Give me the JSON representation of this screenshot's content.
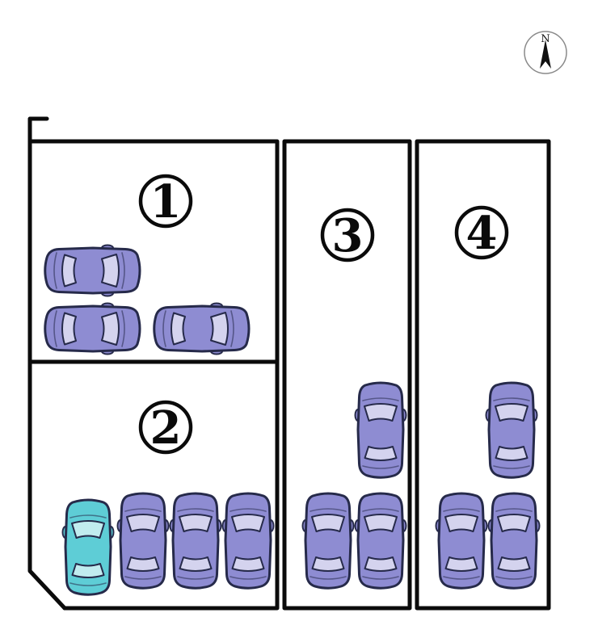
{
  "compass": {
    "label": "N"
  },
  "zones": [
    {
      "label": "1",
      "car_count": 3
    },
    {
      "label": "2",
      "car_count": 4
    },
    {
      "label": "3",
      "car_count": 3
    },
    {
      "label": "4",
      "car_count": 3
    }
  ],
  "cars": {
    "total": 13,
    "purple_count": 12,
    "teal_count": 1,
    "teal_car_zone": "2"
  },
  "colors": {
    "car_purple": "#8e8cd2",
    "car_teal": "#5ecdd6",
    "car_outline": "#262a4a",
    "wall": "#0b0b0b"
  }
}
